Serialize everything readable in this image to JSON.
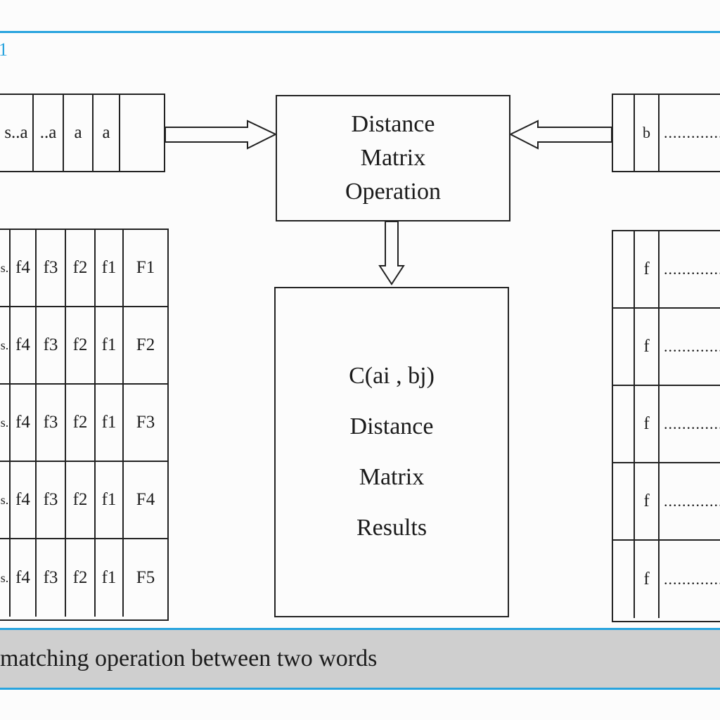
{
  "corner_label": "1",
  "top_sequence_a": [
    "s..a",
    "..a",
    "a",
    "a"
  ],
  "distance_box": {
    "lines": [
      "Distance",
      "Matrix",
      "Operation"
    ]
  },
  "top_sequence_b": {
    "label": "b",
    "dots": "...................."
  },
  "feature_rows_left": [
    {
      "cells": [
        "s.",
        "f",
        "f",
        "f",
        "f"
      ],
      "row_label": "F",
      "sub_labels": [
        "4",
        "3",
        "2",
        "1"
      ],
      "row_index": "1"
    },
    {
      "cells": [
        "s.",
        "f",
        "f",
        "f",
        "f"
      ],
      "row_label": "F2"
    },
    {
      "cells": [
        "s.",
        "f",
        "f",
        "f",
        "f"
      ],
      "row_label": "F",
      "row_index": "3"
    },
    {
      "cells": [
        "s.",
        "f",
        "f",
        "f",
        "f"
      ],
      "row_label": "F4"
    },
    {
      "cells": [
        "s.",
        "f",
        "f",
        "f",
        "f"
      ],
      "row_label": "F5"
    }
  ],
  "left_cells_display": [
    [
      "s.",
      "f4",
      "f3",
      "f2",
      "f1",
      "F1"
    ],
    [
      "s.",
      "f4",
      "f3",
      "f2",
      "f1",
      "F2"
    ],
    [
      "s.",
      "f4",
      "f3",
      "f2",
      "f1",
      "F3"
    ],
    [
      "s.",
      "f4",
      "f3",
      "f2",
      "f1",
      "F4"
    ],
    [
      "s.",
      "f4",
      "f3",
      "f2",
      "f1",
      "F5"
    ]
  ],
  "right_rows": [
    {
      "label": "f",
      "dots": "...................."
    },
    {
      "label": "f",
      "dots": "...................."
    },
    {
      "label": "f",
      "dots": "...................."
    },
    {
      "label": "f",
      "dots": "...................."
    },
    {
      "label": "f",
      "dots": "...................."
    }
  ],
  "results_box": {
    "lines": [
      "C(ai , bj)",
      "Distance",
      "Matrix",
      "Results"
    ]
  },
  "caption": "matching operation between two words",
  "colors": {
    "accent_line": "#27a3de",
    "caption_bg": "#cfcfcf",
    "stroke": "#222222"
  }
}
